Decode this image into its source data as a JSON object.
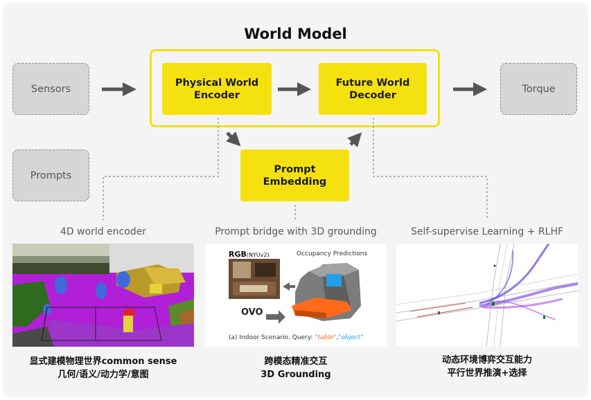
{
  "title": "World Model",
  "nodes": {
    "sensors": "Sensors",
    "prompts": "Prompts",
    "encoder": "Physical World\nEncoder",
    "decoder": "Future World\nDecoder",
    "prompt_embedding": "Prompt\nEmbedding",
    "torque": "Torque"
  },
  "captions": {
    "left": "4D world encoder",
    "middle": "Prompt bridge with 3D grounding",
    "right": "Self-supervise Learning + RLHF"
  },
  "middle_image": {
    "rgb_label": "RGB",
    "rgb_sub": "(NYUv2)",
    "occupancy_label": "Occupancy Predictions",
    "ovo_label": "OVO",
    "query_prefix": "(a) Indoor Scenario. Query: ",
    "query_table": "\"table\"",
    "query_sep": ",",
    "query_object": "\"object\""
  },
  "footnotes": {
    "left_line1": "显式建模物理世界common sense",
    "left_line2": "几何/语义/动力学/意图",
    "middle_line1": "跨模态精准交互",
    "middle_line2": "3D Grounding",
    "right_line1": "动态环境博弈交互能力",
    "right_line2": "平行世界推演+选择"
  },
  "colors": {
    "accent_yellow": "#f5e10f",
    "grey_box": "#d6d6d6",
    "arrow": "#555555",
    "connector": "#8a8a8a",
    "panel_bg": "#f4f4f4"
  }
}
